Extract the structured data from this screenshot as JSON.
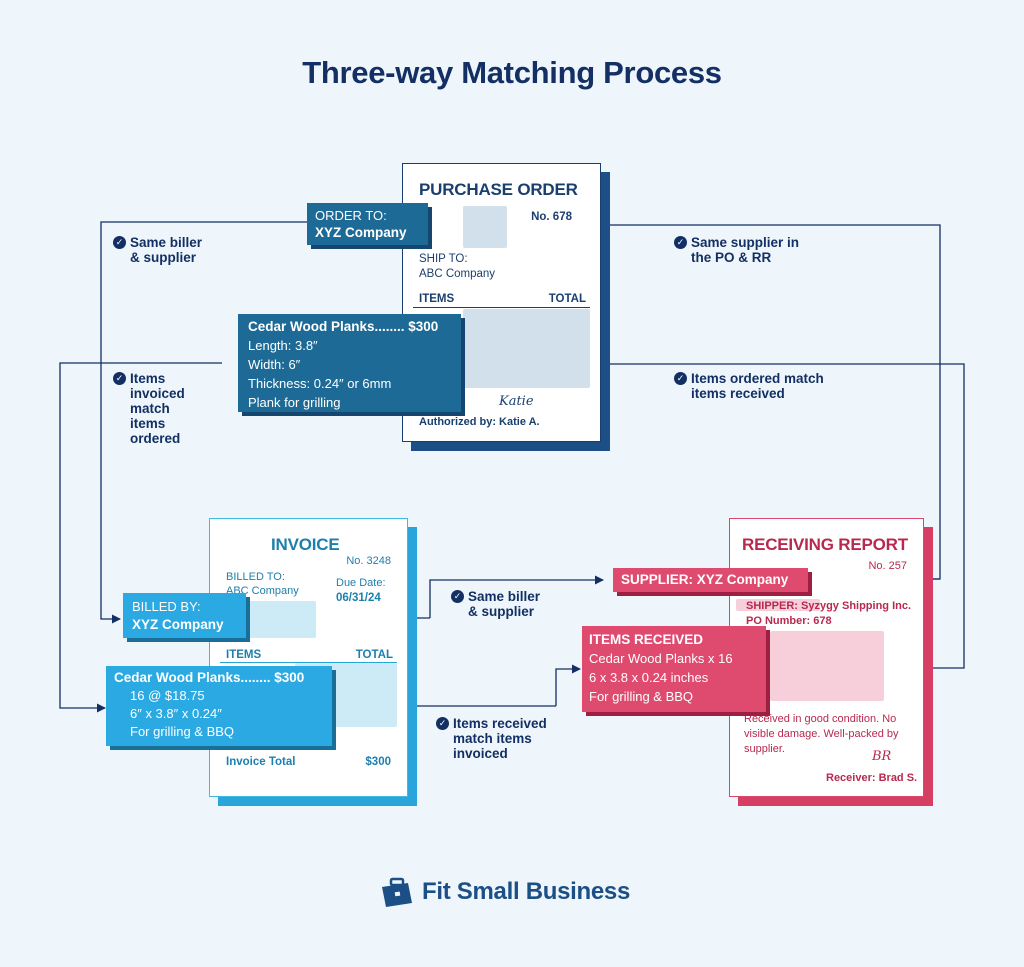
{
  "title": "Three-way Matching Process",
  "purchase_order": {
    "title": "PURCHASE ORDER",
    "number": "No. 678",
    "ship_to_label": "SHIP TO:",
    "ship_to": "ABC Company",
    "items_header": "ITEMS",
    "total_header": "TOTAL",
    "authorized_by": "Authorized by: Katie A.",
    "signature": "Katie"
  },
  "po_order_to": {
    "line1": "ORDER TO:",
    "line2": "XYZ Company"
  },
  "po_item": {
    "line1": "Cedar Wood Planks........ $300",
    "line2": "Length: 3.8″",
    "line3": "Width: 6″",
    "line4": "Thickness: 0.24″ or 6mm",
    "line5": "Plank for grilling"
  },
  "invoice": {
    "title": "INVOICE",
    "number": "No. 3248",
    "billed_to_label": "BILLED TO:",
    "billed_to": "ABC Company",
    "due_date_label": "Due Date:",
    "due_date": "06/31/24",
    "items_header": "ITEMS",
    "total_header": "TOTAL",
    "total_label": "Invoice Total",
    "total_value": "$300"
  },
  "inv_billed_by": {
    "line1": "BILLED BY:",
    "line2": "XYZ Company"
  },
  "inv_item": {
    "line1": "Cedar Wood Planks........ $300",
    "line2": "16 @ $18.75",
    "line3": "6″ x 3.8″ x 0.24″",
    "line4": "For grilling & BBQ"
  },
  "receiving_report": {
    "title": "RECEIVING REPORT",
    "number": "No. 257",
    "shipper": "SHIPPER: Syzygy Shipping Inc.",
    "po_number": "PO Number: 678",
    "note": "Received in good condition. No visible damage. Well-packed by supplier.",
    "receiver": "Receiver: Brad S.",
    "signature": "BR"
  },
  "rr_supplier": {
    "line1": "SUPPLIER: XYZ Company"
  },
  "rr_items": {
    "line1": "ITEMS RECEIVED",
    "line2": "Cedar Wood Planks x 16",
    "line3": "6 x 3.8 x 0.24 inches",
    "line4": "For grilling & BBQ"
  },
  "labels": {
    "same_biller_left": [
      "Same biller",
      "& supplier"
    ],
    "same_supplier": [
      "Same supplier in",
      "the PO & RR"
    ],
    "items_invoiced": [
      "Items",
      "invoiced",
      "match",
      "items",
      "ordered"
    ],
    "items_ordered": [
      "Items ordered match",
      "items received"
    ],
    "same_biller_mid": [
      "Same biller",
      "& supplier"
    ],
    "items_received": [
      "Items received",
      "match items",
      "invoiced"
    ]
  },
  "logo": {
    "text": "Fit Small Business"
  },
  "colors": {
    "navy": "#132f63",
    "po_blue": "#1e6a96",
    "invoice_blue": "#2ba9e2",
    "report_red": "#df4a6f",
    "background": "#eef6fb"
  }
}
